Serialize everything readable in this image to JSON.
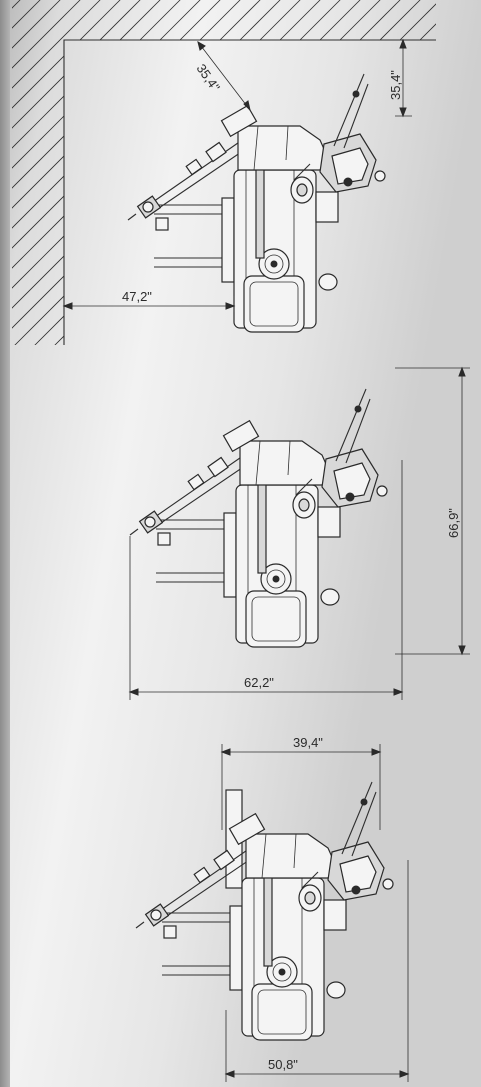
{
  "dimensions": {
    "d1_top": "35,4\"",
    "d1_diag": "35,4\"",
    "d1_width": "47,2\"",
    "d2_height": "66,9\"",
    "d2_width": "62,2\"",
    "d3_top": "39,4\"",
    "d3_bottom": "50,8\""
  }
}
